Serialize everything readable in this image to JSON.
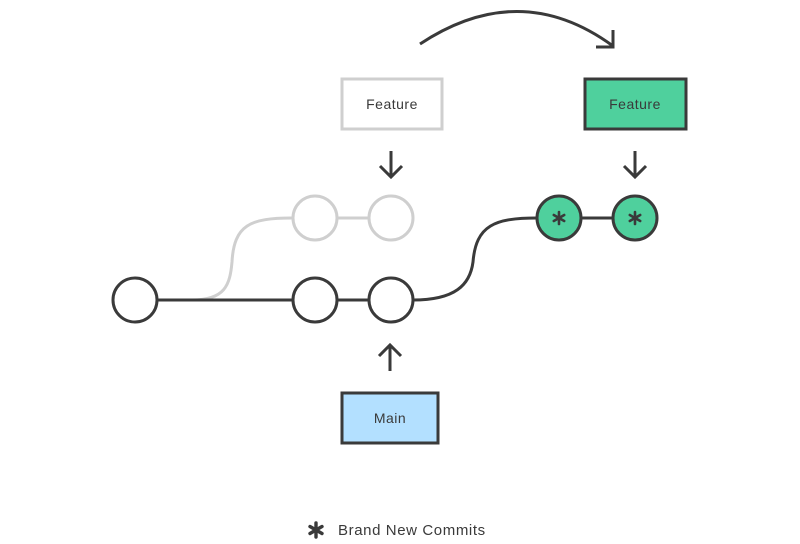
{
  "diagram": {
    "old_feature_label": "Feature",
    "new_feature_label": "Feature",
    "main_label": "Main",
    "legend_text": "Brand New Commits"
  },
  "colors": {
    "stroke": "#3a3a3a",
    "faded": "#cfcfcf",
    "new_commit": "#4fd09d",
    "main_fill": "#b3e0ff",
    "feature_fill": "#4fd09d"
  },
  "icons": {
    "new_commit_marker": "asterisk-icon",
    "pointer": "arrow-icon",
    "rebase_move": "curved-arrow-icon"
  }
}
